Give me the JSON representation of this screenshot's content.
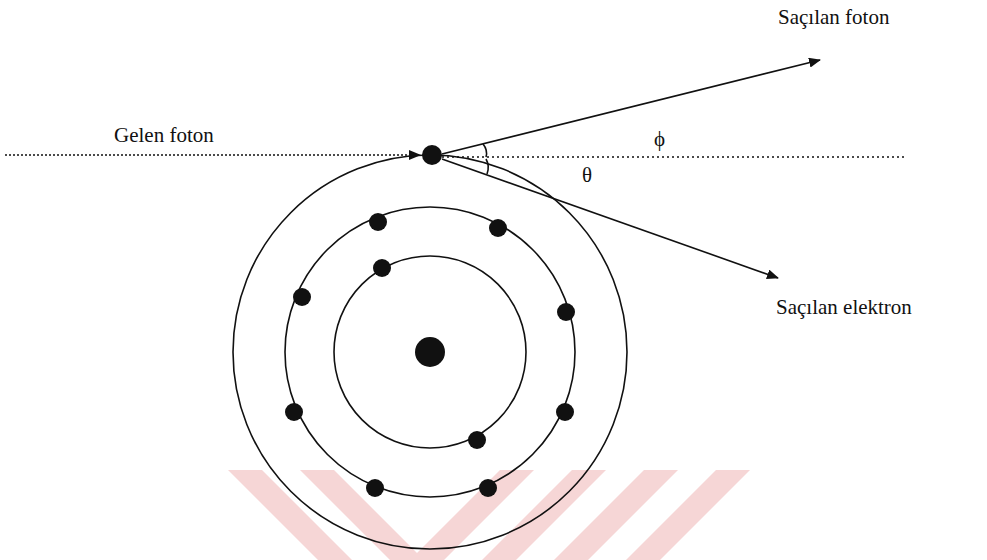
{
  "diagram": {
    "labels": [
      "Saçılan foton",
      "Gelen foton",
      "ϕ",
      "θ",
      "Saçılan elektron"
    ]
  }
}
